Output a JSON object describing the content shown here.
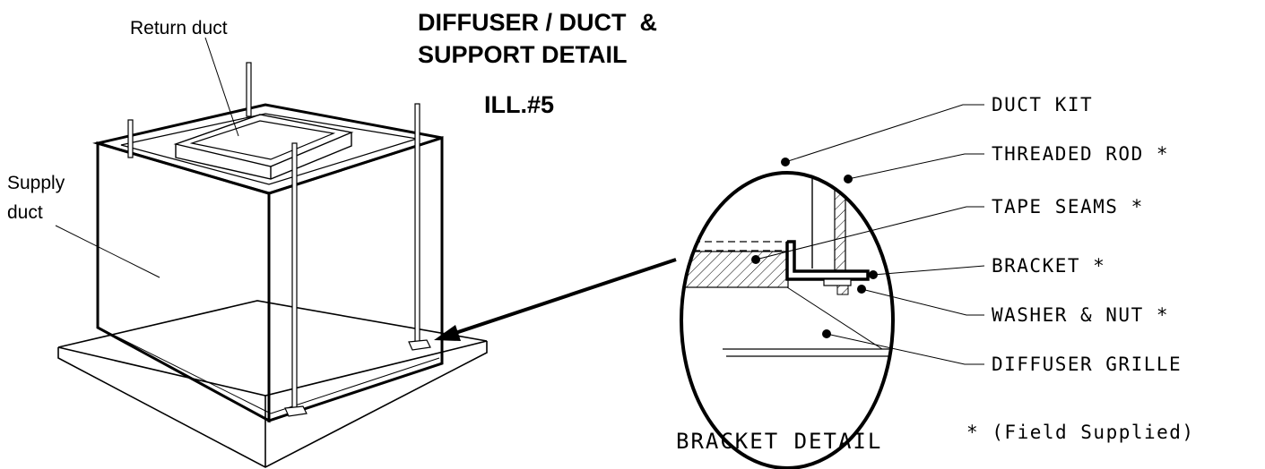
{
  "title": {
    "line1": "DIFFUSER / DUCT  &",
    "line2": "SUPPORT DETAIL",
    "illustration": "ILL.#5"
  },
  "labels": {
    "return_duct": "Return duct",
    "supply_duct_line1": "Supply",
    "supply_duct_line2": "duct"
  },
  "callouts": [
    "DUCT KIT",
    "THREADED ROD *",
    "TAPE SEAMS *",
    "BRACKET *",
    "WASHER & NUT *",
    "DIFFUSER GRILLE"
  ],
  "detail_caption": "BRACKET DETAIL",
  "footnote": "* (Field Supplied)"
}
